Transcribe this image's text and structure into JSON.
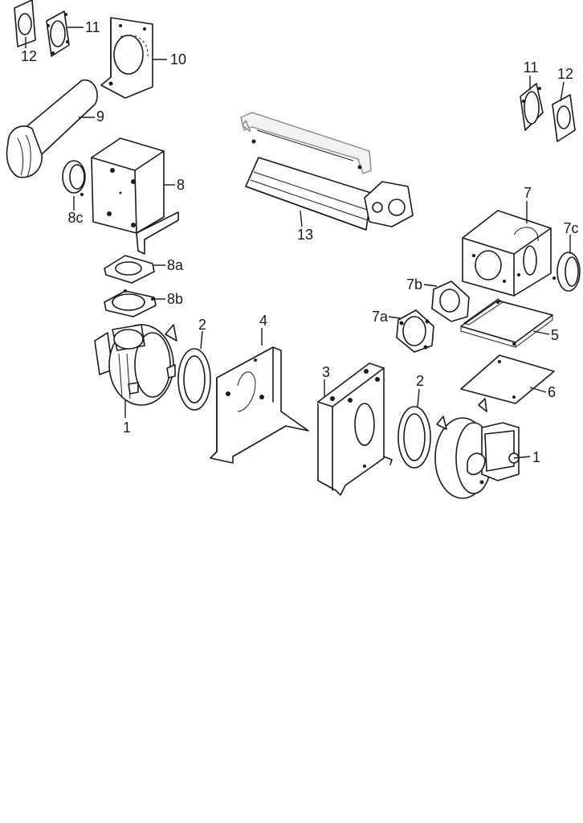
{
  "callouts": {
    "c12a": "12",
    "c11a": "11",
    "c10": "10",
    "c9": "9",
    "c8": "8",
    "c8c": "8c",
    "c8a": "8a",
    "c8b": "8b",
    "c13": "13",
    "c11b": "11",
    "c12b": "12",
    "c7": "7",
    "c7c": "7c",
    "c7b": "7b",
    "c7a": "7a",
    "c5": "5",
    "c6": "6",
    "c2a": "2",
    "c4": "4",
    "c3": "3",
    "c2b": "2",
    "c1a": "1",
    "c1b": "1"
  }
}
